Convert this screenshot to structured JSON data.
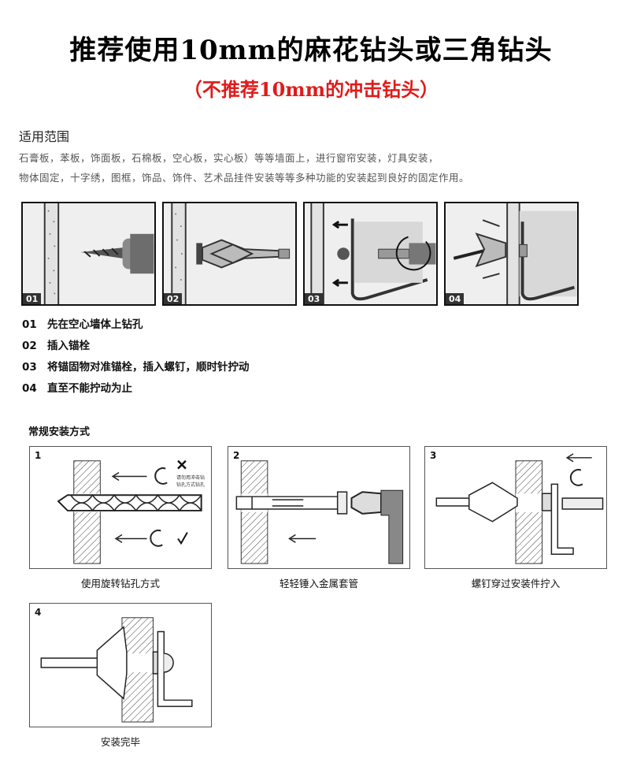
{
  "header": {
    "title": "推荐使用10mm的麻花钻头或三角钻头",
    "subtitle": "（不推荐10mm的冲击钻头）"
  },
  "scope": {
    "title": "适用范围",
    "line1": "石膏板，苯板，饰面板，石棉板，空心板，实心板）等等墙面上，进行窗帘安装，灯具安装，",
    "line2": "物体固定，十字绣，图框，饰品、饰件、艺术品挂件安装等等多种功能的安装起到良好的固定作用。"
  },
  "photo_panels": [
    {
      "label": "01"
    },
    {
      "label": "02"
    },
    {
      "label": "03"
    },
    {
      "label": "04"
    }
  ],
  "steps": [
    {
      "num": "01",
      "text": "先在空心墙体上钻孔"
    },
    {
      "num": "02",
      "text": "插入锚栓"
    },
    {
      "num": "03",
      "text": "将锚固物对准锚栓，插入螺钉，顺时针拧动"
    },
    {
      "num": "04",
      "text": "直至不能拧动为止"
    }
  ],
  "method": {
    "title": "常规安装方式",
    "diagrams": [
      {
        "num": "1",
        "caption": "使用旋转钻孔方式",
        "note1": "请勿用冲击钻",
        "note2": "钻孔方式钻孔"
      },
      {
        "num": "2",
        "caption": "轻轻锤入金属套管"
      },
      {
        "num": "3",
        "caption": "螺钉穿过安装件拧入"
      },
      {
        "num": "4",
        "caption": "安装完毕"
      }
    ]
  }
}
